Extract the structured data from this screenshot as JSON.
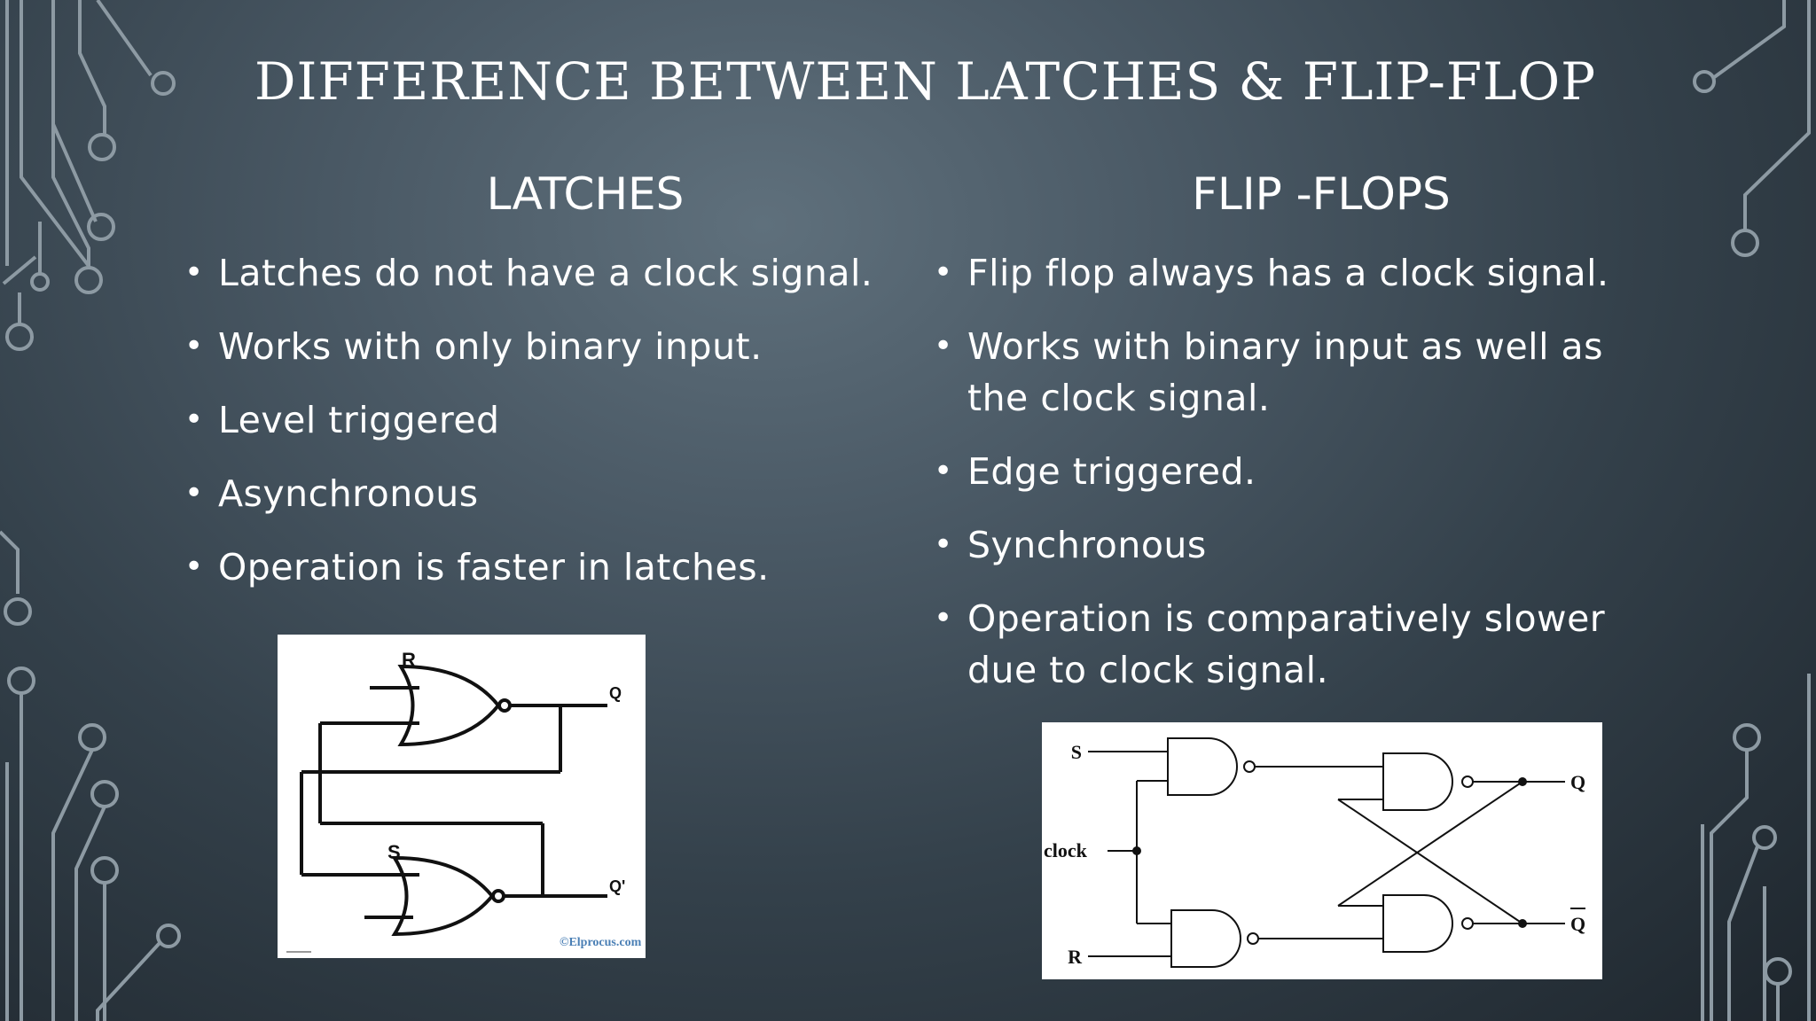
{
  "slide": {
    "title": "DIFFERENCE BETWEEN LATCHES & FLIP-FLOP",
    "left": {
      "heading": "LATCHES",
      "bullets": [
        "Latches do not have a clock signal.",
        "Works with only binary input.",
        "Level triggered",
        "Asynchronous",
        "Operation is faster in latches."
      ]
    },
    "right": {
      "heading": "FLIP -FLOPS",
      "bullets": [
        "Flip flop always has a clock signal.",
        "Works with binary input as well as the clock signal.",
        "Edge triggered.",
        "Synchronous",
        "Operation is comparatively slower due to clock signal."
      ]
    }
  },
  "latch_diagram": {
    "label_r": "R",
    "label_s": "S",
    "label_q": "Q",
    "label_qbar": "Q'",
    "credit": "©Elprocus.com"
  },
  "flipflop_diagram": {
    "label_s": "S",
    "label_clock": "clock",
    "label_r": "R",
    "label_q": "Q",
    "label_qbar": "Q"
  },
  "colors": {
    "circuit_line": "#8d9aa3",
    "text": "#ffffff",
    "diagram_ink": "#111111"
  }
}
